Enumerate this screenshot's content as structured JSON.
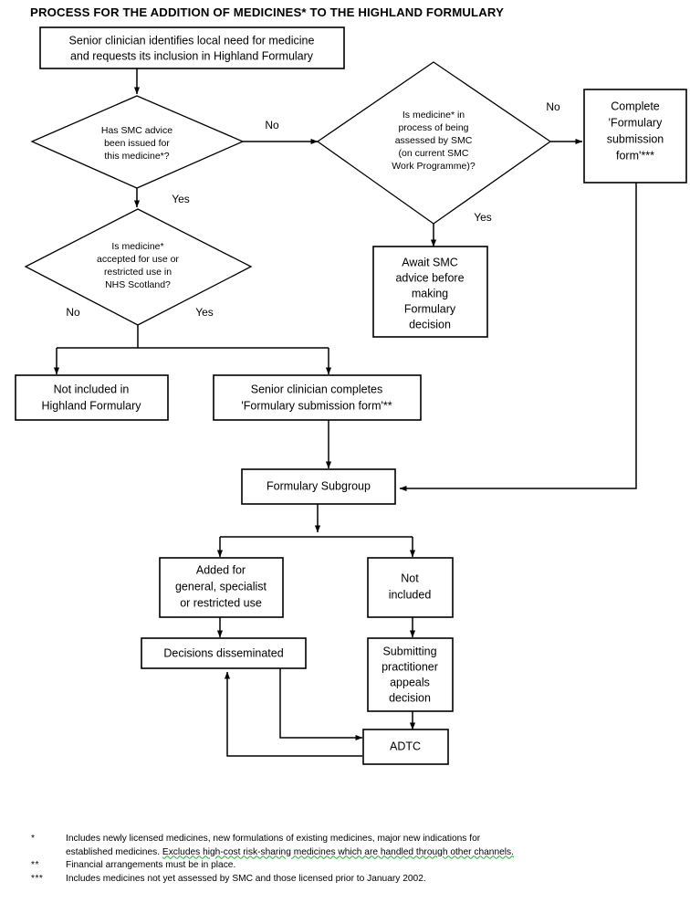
{
  "title": "PROCESS FOR THE ADDITION OF MEDICINES* TO THE HIGHLAND FORMULARY",
  "chart_data": {
    "type": "diagram",
    "subtype": "flowchart",
    "title": "PROCESS FOR THE ADDITION OF MEDICINES* TO THE HIGHLAND FORMULARY",
    "orientation": "top-down",
    "node_count": 13,
    "edge_count": 15
  },
  "nodes": {
    "start": {
      "shape": "process",
      "lines": [
        "Senior clinician identifies local need for medicine",
        "and requests its inclusion in Highland Formulary"
      ]
    },
    "smc_advice_issued": {
      "shape": "decision",
      "lines": [
        "Has SMC advice",
        "been issued for",
        "this medicine*?"
      ]
    },
    "in_process_smc": {
      "shape": "decision",
      "lines": [
        "Is medicine* in",
        "process of being",
        "assessed by SMC",
        "(on current SMC",
        "Work Programme)?"
      ]
    },
    "complete_form_right": {
      "shape": "process",
      "lines": [
        "Complete",
        "'Formulary",
        "submission",
        "form'***"
      ]
    },
    "await_smc": {
      "shape": "process",
      "lines": [
        "Await SMC",
        "advice before",
        "making",
        "Formulary",
        "decision"
      ]
    },
    "accepted_nhs_scotland": {
      "shape": "decision",
      "lines": [
        "Is medicine*",
        "accepted for use or",
        "restricted use in",
        "NHS Scotland?"
      ]
    },
    "not_included_highland": {
      "shape": "process",
      "lines": [
        "Not included in",
        "Highland Formulary"
      ]
    },
    "senior_clinician_completes": {
      "shape": "process",
      "lines": [
        "Senior clinician completes",
        "'Formulary submission form'**"
      ]
    },
    "formulary_subgroup": {
      "shape": "process",
      "lines": [
        "Formulary Subgroup"
      ]
    },
    "added_for_use": {
      "shape": "process",
      "lines": [
        "Added for",
        "general, specialist",
        "or restricted use"
      ]
    },
    "not_included": {
      "shape": "process",
      "lines": [
        "Not",
        "included"
      ]
    },
    "decisions_disseminated": {
      "shape": "process",
      "lines": [
        "Decisions disseminated"
      ]
    },
    "appeals_decision": {
      "shape": "process",
      "lines": [
        "Submitting",
        "practitioner",
        "appeals",
        "decision"
      ]
    },
    "adtc": {
      "shape": "process",
      "lines": [
        "ADTC"
      ]
    }
  },
  "edge_labels": {
    "smc_advice_no": "No",
    "smc_advice_yes": "Yes",
    "in_process_no": "No",
    "in_process_yes": "Yes",
    "accepted_no": "No",
    "accepted_yes": "Yes"
  },
  "footnotes": [
    {
      "marker": "*",
      "text_plain": "Includes newly licensed medicines, new formulations of existing medicines, major new indications for established medicines. Excludes high-cost risk-sharing medicines which are handled through other channels.",
      "line1": "Includes newly licensed medicines, new formulations of existing medicines, major new indications for",
      "line2_plain": "established medicines. ",
      "line2_marked": "Excludes high-cost risk-sharing medicines which are handled through other channels."
    },
    {
      "marker": "**",
      "text_plain": "Financial arrangements must be in place.",
      "line1": "Financial arrangements must be in place.",
      "line2_plain": "",
      "line2_marked": ""
    },
    {
      "marker": "***",
      "text_plain": "Includes medicines not yet assessed by SMC and those licensed prior to January 2002.",
      "line1": "Includes medicines not yet assessed by SMC and those licensed prior to January 2002.",
      "line2_plain": "",
      "line2_marked": ""
    }
  ],
  "colors": {
    "background": "#ffffff",
    "stroke": "#000000",
    "text": "#000000",
    "spellcheck_underline": "#22aa33"
  }
}
